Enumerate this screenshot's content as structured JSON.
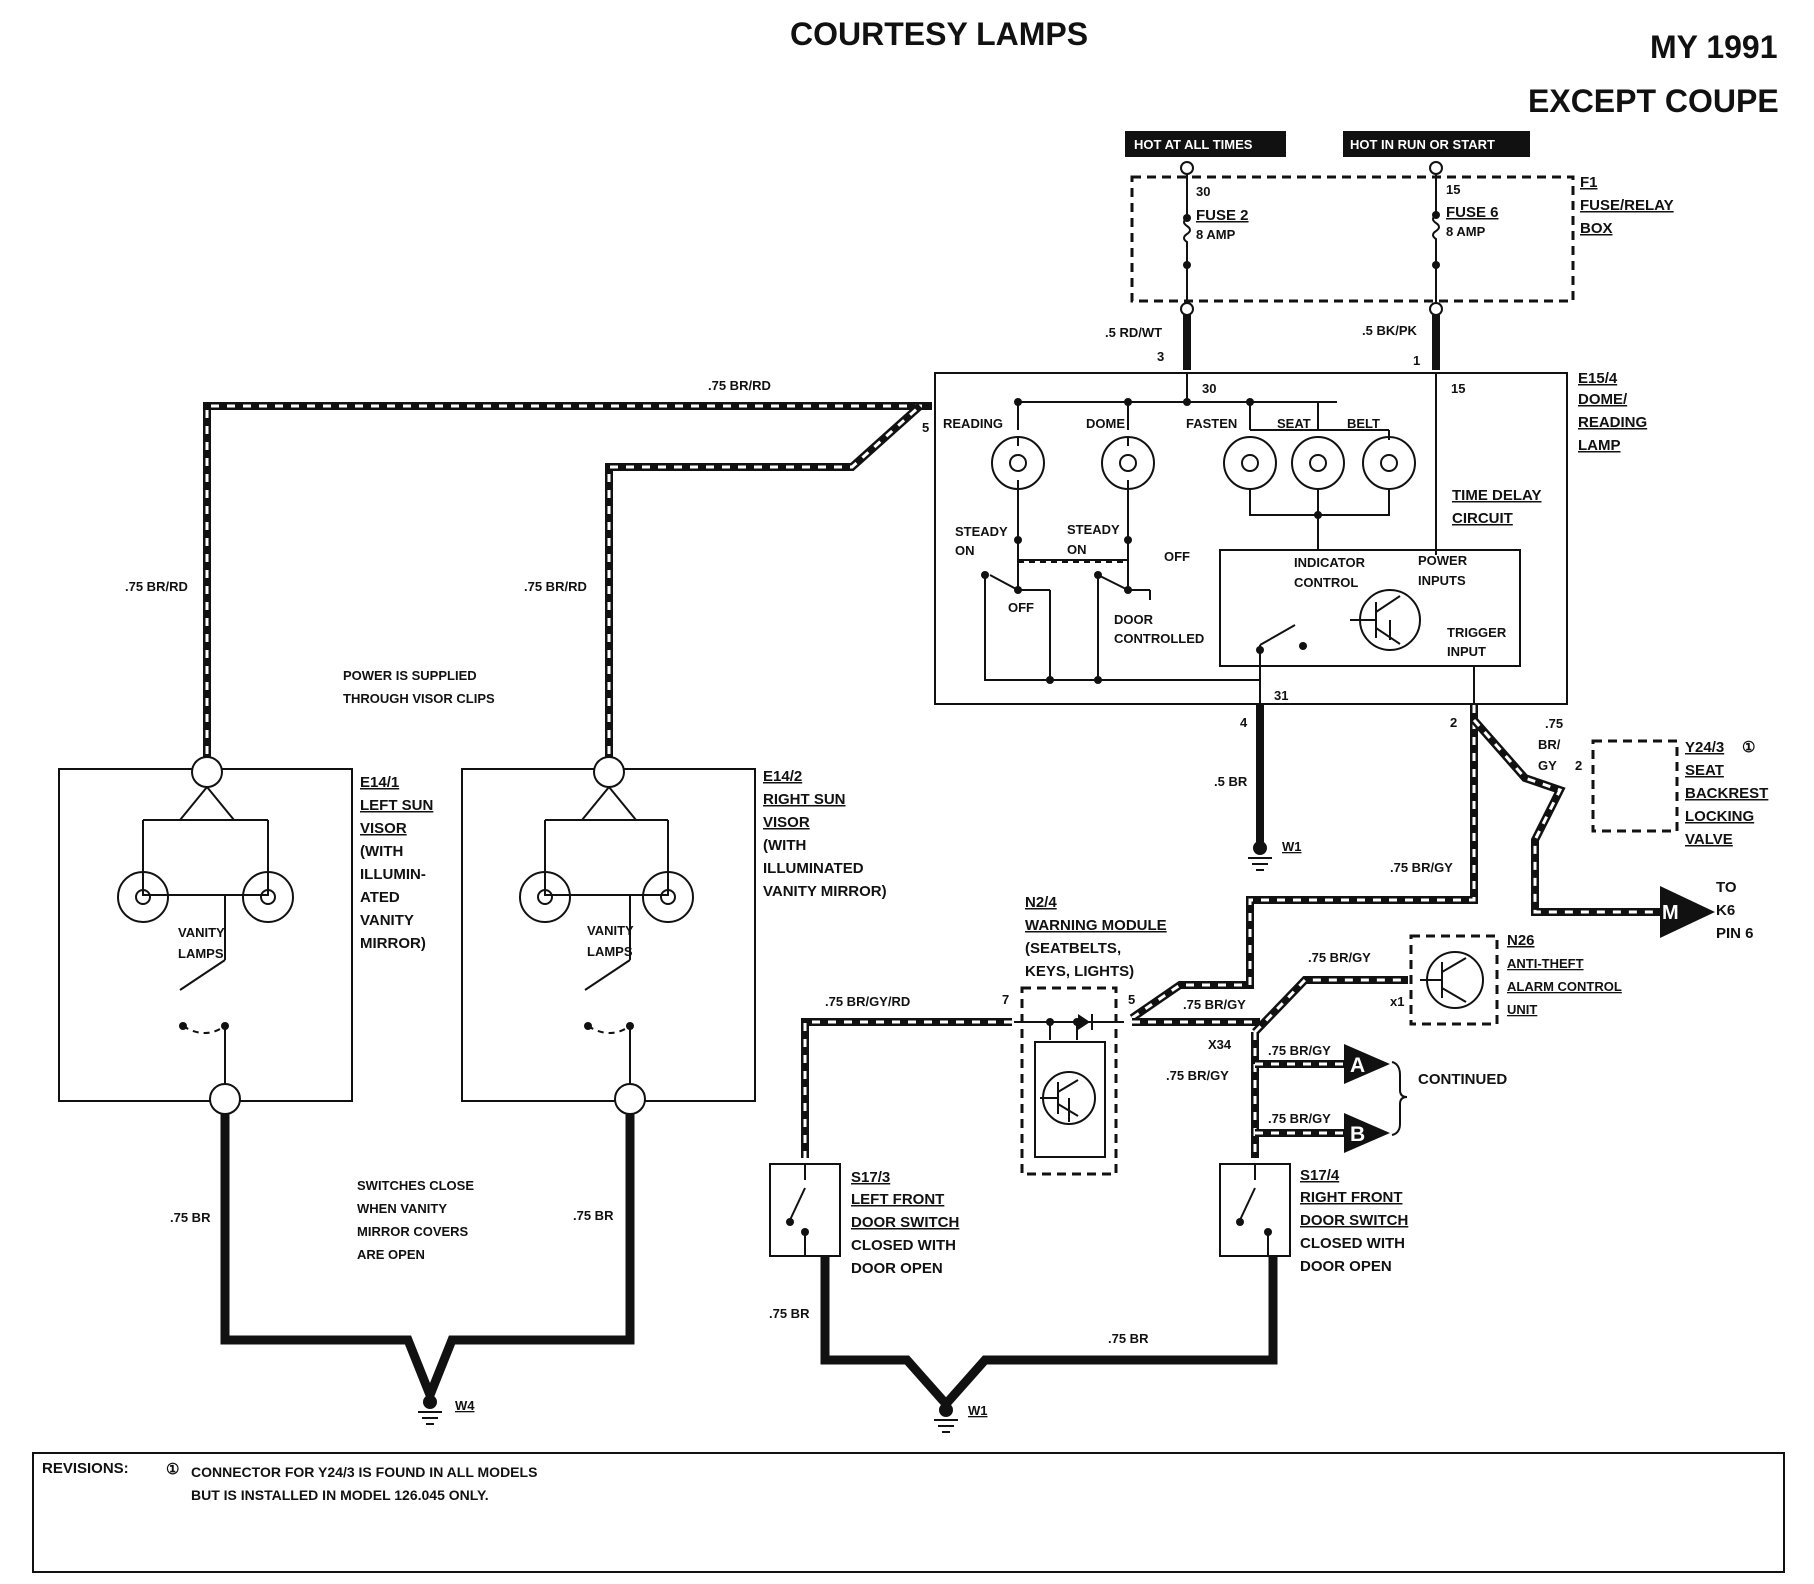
{
  "title": "COURTESY LAMPS",
  "model_year": "MY 1991",
  "variant": "EXCEPT COUPE",
  "power_labels": {
    "hot_always": "HOT AT ALL TIMES",
    "hot_run": "HOT IN RUN OR START"
  },
  "fuse_box": {
    "id": "F1",
    "name_line1": "FUSE/RELAY",
    "name_line2": "BOX",
    "fuse2_pin": "30",
    "fuse2_name": "FUSE 2",
    "fuse2_rating": "8 AMP",
    "fuse6_pin": "15",
    "fuse6_name": "FUSE 6",
    "fuse6_rating": "8 AMP"
  },
  "wires": {
    "rd_wt": ".5 RD/WT",
    "bk_pk": ".5 BK/PK",
    "br_rd": ".75 BR/RD",
    "br": ".75 BR",
    "br_half": ".5 BR",
    "br_gy": ".75 BR/GY",
    "br_gy_rd": ".75 BR/GY/RD",
    "br_gy_stack1": ".75",
    "br_gy_stack2": "BR/",
    "br_gy_stack3": "GY"
  },
  "dome": {
    "id": "E15/4",
    "name_line1": "DOME/",
    "name_line2": "READING",
    "name_line3": "LAMP",
    "pin_3": "3",
    "pin_1": "1",
    "pin_30": "30",
    "pin_15": "15",
    "pin_5": "5",
    "pin_31": "31",
    "pin_4": "4",
    "pin_2": "2",
    "reading": "READING",
    "dome_lbl": "DOME",
    "fasten": "FASTEN",
    "seat": "SEAT",
    "belt": "BELT",
    "steady": "STEADY",
    "on": "ON",
    "off": "OFF",
    "off2": "OFF",
    "door": "DOOR",
    "controlled": "CONTROLLED",
    "time_delay1": "TIME DELAY",
    "time_delay2": "CIRCUIT",
    "indicator": "INDICATOR",
    "control": "CONTROL",
    "power": "POWER",
    "inputs": "INPUTS",
    "trigger": "TRIGGER",
    "input": "INPUT"
  },
  "left_visor": {
    "id": "E14/1",
    "l1": "LEFT SUN",
    "l2": "VISOR",
    "l3": "(WITH",
    "l4": "ILLUMIN-",
    "l5": "ATED",
    "l6": "VANITY",
    "l7": "MIRROR)",
    "lamps1": "VANITY",
    "lamps2": "LAMPS"
  },
  "right_visor": {
    "id": "E14/2",
    "l1": "RIGHT SUN",
    "l2": "VISOR",
    "l3": "(WITH",
    "l4": "ILLUMINATED",
    "l5": "VANITY MIRROR)",
    "lamps1": "VANITY",
    "lamps2": "LAMPS"
  },
  "notes": {
    "power1": "POWER IS SUPPLIED",
    "power2": "THROUGH VISOR CLIPS",
    "sw1": "SWITCHES CLOSE",
    "sw2": "WHEN VANITY",
    "sw3": "MIRROR COVERS",
    "sw4": "ARE OPEN"
  },
  "grounds": {
    "w1a": "W1",
    "w4": "W4",
    "w1b": "W1"
  },
  "valve": {
    "id": "Y24/3",
    "l1": "SEAT",
    "l2": "BACKREST",
    "l3": "LOCKING",
    "l4": "VALVE",
    "pin": "2",
    "note_mark": "①"
  },
  "motor": {
    "symbol": "M",
    "to1": "TO",
    "to2": "K6",
    "to3": "PIN 6"
  },
  "warning": {
    "id": "N2/4",
    "l1": "WARNING MODULE",
    "l2": "(SEATBELTS,",
    "l3": "KEYS, LIGHTS)",
    "pin7": "7",
    "pin5": "5"
  },
  "alarm": {
    "id": "N26",
    "l1": "ANTI-THEFT",
    "l2": "ALARM CONTROL",
    "l3": "UNIT",
    "pin": "x1"
  },
  "splice": {
    "id": "X34",
    "a": "A",
    "b": "B",
    "continued": "CONTINUED"
  },
  "left_door": {
    "id": "S17/3",
    "l1": "LEFT FRONT",
    "l2": "DOOR SWITCH",
    "l3": "CLOSED WITH",
    "l4": "DOOR OPEN"
  },
  "right_door": {
    "id": "S17/4",
    "l1": "RIGHT FRONT",
    "l2": "DOOR SWITCH",
    "l3": "CLOSED WITH",
    "l4": "DOOR OPEN"
  },
  "revisions": {
    "label": "REVISIONS:",
    "mark": "①",
    "line1": "CONNECTOR FOR Y24/3 IS FOUND IN ALL MODELS",
    "line2": "BUT IS INSTALLED IN MODEL 126.045 ONLY."
  }
}
